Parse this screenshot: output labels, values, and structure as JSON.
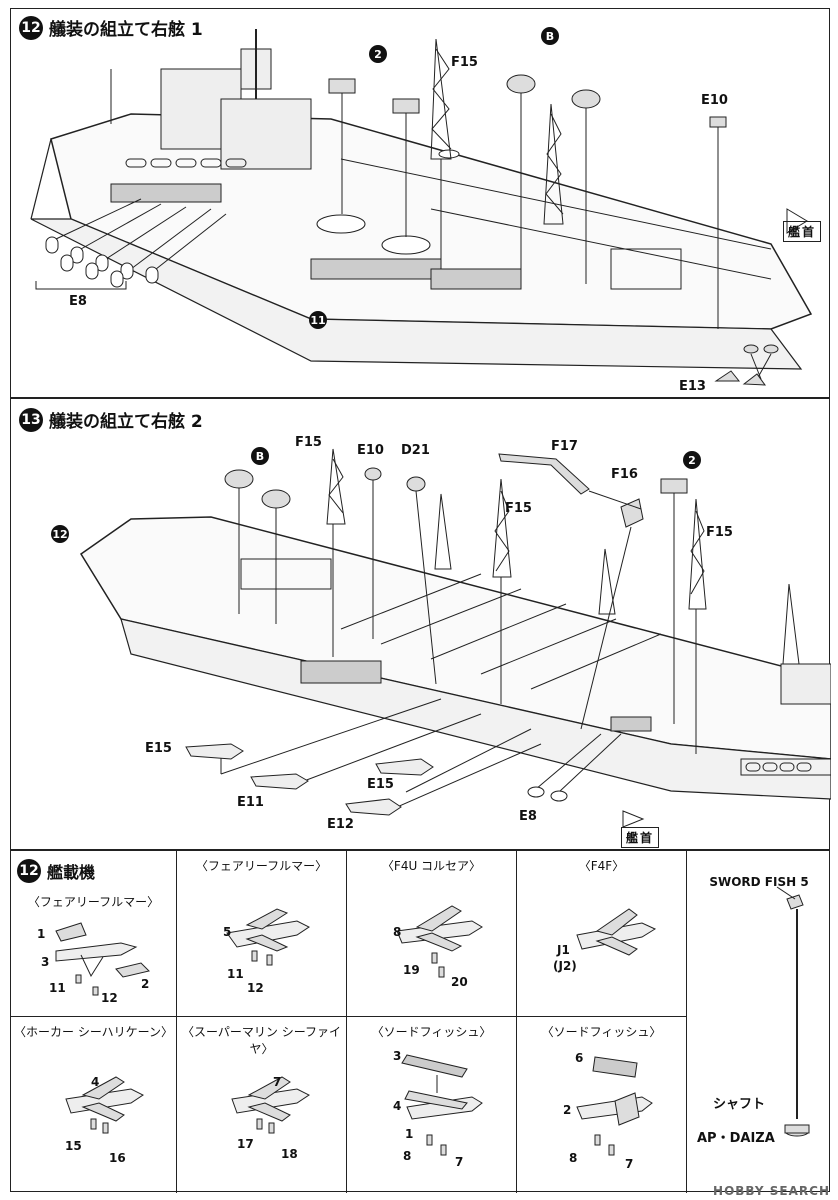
{
  "step12": {
    "num": "12",
    "title": "艤装の組立て右舷 1"
  },
  "step13": {
    "num": "13",
    "title": "艤装の組立て右舷 2"
  },
  "step12b": {
    "num": "12",
    "title": "艦載機"
  },
  "bow_label": "艦首",
  "labels12": {
    "e8": "E8",
    "f15": "F15",
    "e10": "E10",
    "e13": "E13",
    "m2": "2",
    "mB": "B",
    "m11": "11"
  },
  "labels13": {
    "f15a": "F15",
    "f15b": "F15",
    "f15c": "F15",
    "e10": "E10",
    "d21": "D21",
    "f17": "F17",
    "f16": "F16",
    "m2": "2",
    "mB": "B",
    "m12": "12",
    "e15a": "E15",
    "e11": "E11",
    "e15b": "E15",
    "e12": "E12",
    "e8": "E8"
  },
  "aircraft": {
    "c1": {
      "title": "〈フェアリーフルマー〉",
      "parts": [
        "1",
        "3",
        "11",
        "12",
        "2"
      ]
    },
    "c2": {
      "title": "〈フェアリーフルマー〉",
      "parts": [
        "5",
        "11",
        "12"
      ]
    },
    "c3": {
      "title": "〈F4U コルセア〉",
      "parts": [
        "8",
        "19",
        "20"
      ]
    },
    "c4": {
      "title": "〈F4F〉",
      "parts": [
        "J1",
        "(J2)"
      ]
    },
    "c5": {
      "title": "〈ホーカー シーハリケーン〉",
      "parts": [
        "4",
        "15",
        "16"
      ]
    },
    "c6": {
      "title": "〈スーパーマリン シーファイヤ〉",
      "parts": [
        "7",
        "17",
        "18"
      ]
    },
    "c7": {
      "title": "〈ソードフィッシュ〉",
      "parts": [
        "3",
        "4",
        "1",
        "8",
        "7"
      ]
    },
    "c8": {
      "title": "〈ソードフィッシュ〉",
      "parts": [
        "6",
        "2",
        "8",
        "7"
      ]
    }
  },
  "stand": {
    "title": "SWORD FISH 5",
    "shaft": "シャフト",
    "base": "AP・DAIZA"
  },
  "watermark": "HOBBY SEARCH"
}
